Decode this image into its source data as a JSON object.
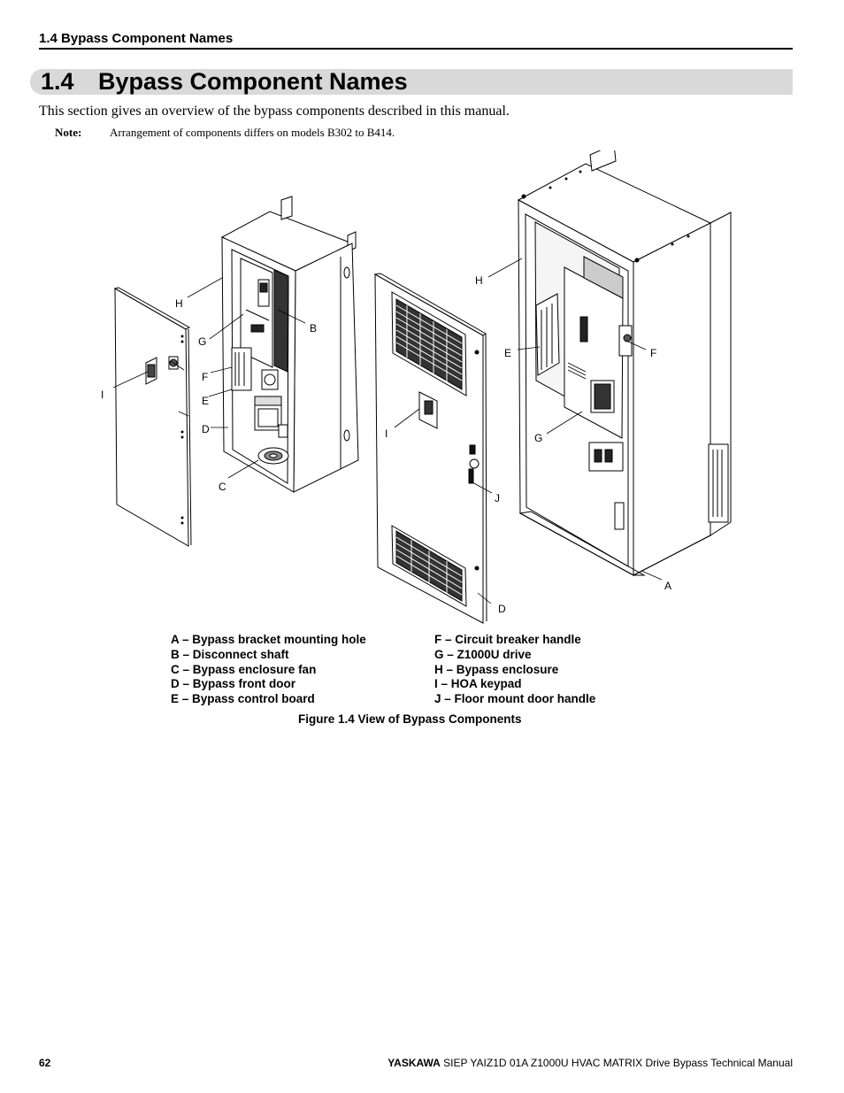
{
  "running_head": "1.4 Bypass Component Names",
  "section": {
    "number": "1.4",
    "title": "Bypass Component Names"
  },
  "intro": "This section gives an overview of the bypass components described in this manual.",
  "note": {
    "label": "Note:",
    "text": "Arrangement of components differs on models B302 to B414."
  },
  "figure": {
    "labels": {
      "A": "A",
      "B": "B",
      "C": "C",
      "D": "D",
      "E": "E",
      "F": "F",
      "G": "G",
      "H": "H",
      "I": "I",
      "J": "J"
    },
    "legend_left": [
      "A – Bypass bracket mounting hole",
      "B – Disconnect shaft",
      "C – Bypass enclosure fan",
      "D – Bypass front door",
      "E – Bypass control board"
    ],
    "legend_right": [
      "F – Circuit breaker handle",
      "G – Z1000U drive",
      "H – Bypass enclosure",
      "I –  HOA keypad",
      "J – Floor mount door handle"
    ],
    "caption": "Figure 1.4  View of Bypass Components"
  },
  "footer": {
    "page_number": "62",
    "brand": "YASKAWA",
    "manual_title": " SIEP YAIZ1D 01A Z1000U HVAC MATRIX Drive Bypass Technical Manual"
  }
}
